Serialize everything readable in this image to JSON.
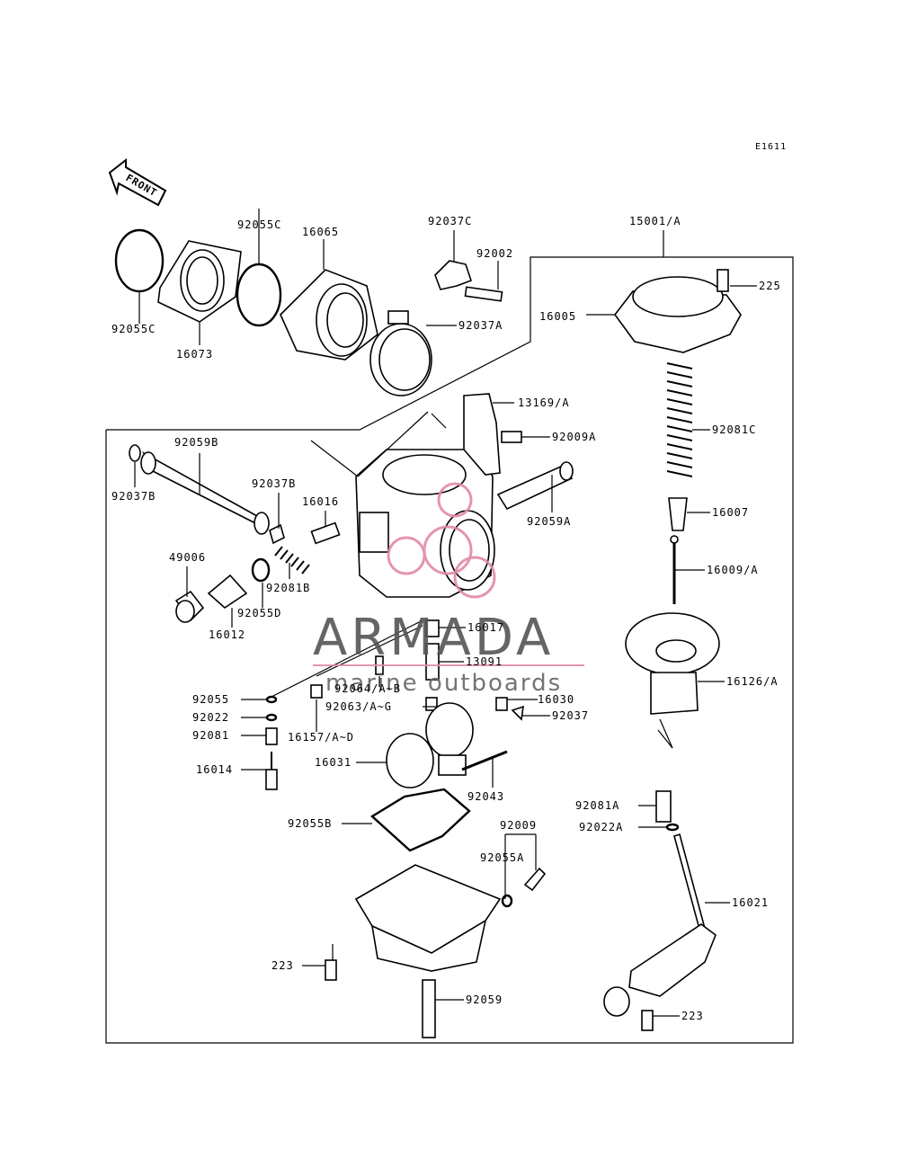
{
  "diagram": {
    "code": "E1611",
    "front_label": "FRONT"
  },
  "parts": {
    "p92055C_a": "92055C",
    "p92055C_b": "92055C",
    "p16073": "16073",
    "p16065": "16065",
    "p92037C": "92037C",
    "p92002": "92002",
    "p92037A": "92037A",
    "p15001A": "15001/A",
    "p225": "225",
    "p16005": "16005",
    "p13169A": "13169/A",
    "p92009A": "92009A",
    "p92081C": "92081C",
    "p92059B": "92059B",
    "p92037B_a": "92037B",
    "p92037B_b": "92037B",
    "p16016": "16016",
    "p92059A": "92059A",
    "p16007": "16007",
    "p49006": "49006",
    "p92081B": "92081B",
    "p92055D": "92055D",
    "p16012": "16012",
    "p16009A": "16009/A",
    "p16017": "16017",
    "p13091": "13091",
    "p16126A": "16126/A",
    "p92055": "92055",
    "p92064AB": "92064/A~B",
    "p16030": "16030",
    "p92022": "92022",
    "p92063AG": "92063/A~G",
    "p92037": "92037",
    "p92081": "92081",
    "p16157AD": "16157/A~D",
    "p16014": "16014",
    "p16031": "16031",
    "p92043": "92043",
    "p92081A": "92081A",
    "p92022A": "92022A",
    "p92055B": "92055B",
    "p92009": "92009",
    "p92055A": "92055A",
    "p16021": "16021",
    "p223_a": "223",
    "p223_b": "223",
    "p92059": "92059"
  },
  "watermark": {
    "brand": "ARMADA",
    "tagline": "marine outboards",
    "color": "#e08aa8"
  }
}
